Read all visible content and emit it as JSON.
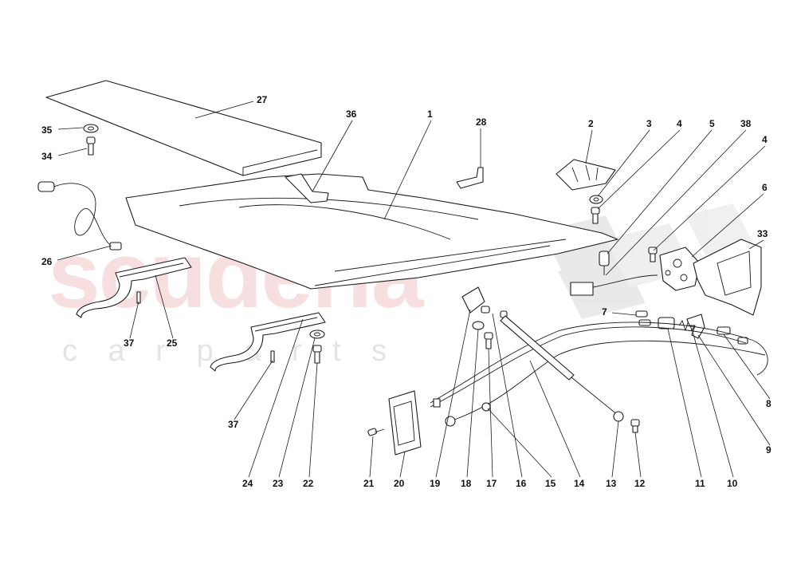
{
  "watermark": {
    "brand": "scuderia",
    "sub": "c a r p a r t s"
  },
  "callouts": [
    "27",
    "35",
    "34",
    "36",
    "1",
    "28",
    "2",
    "3",
    "4",
    "5",
    "38",
    "4",
    "6",
    "33",
    "26",
    "7",
    "37",
    "25",
    "8",
    "37",
    "9",
    "24",
    "23",
    "22",
    "21",
    "20",
    "19",
    "18",
    "17",
    "16",
    "15",
    "14",
    "13",
    "12",
    "11",
    "10"
  ]
}
